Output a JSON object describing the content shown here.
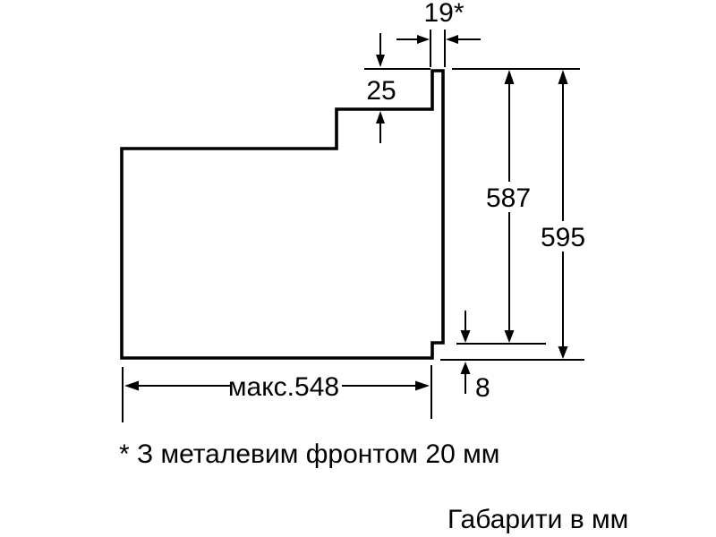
{
  "diagram": {
    "type": "appliance-installation-drawing",
    "dimensions": {
      "front_thickness": "19*",
      "top_offset": "25",
      "body_height": "587",
      "total_height": "595",
      "bottom_offset": "8",
      "max_depth": "макс.548"
    },
    "footnote": "* З металевим фронтом 20 мм",
    "units_caption": "Габарити в мм"
  },
  "colors": {
    "line": "#000000",
    "background": "#ffffff"
  }
}
